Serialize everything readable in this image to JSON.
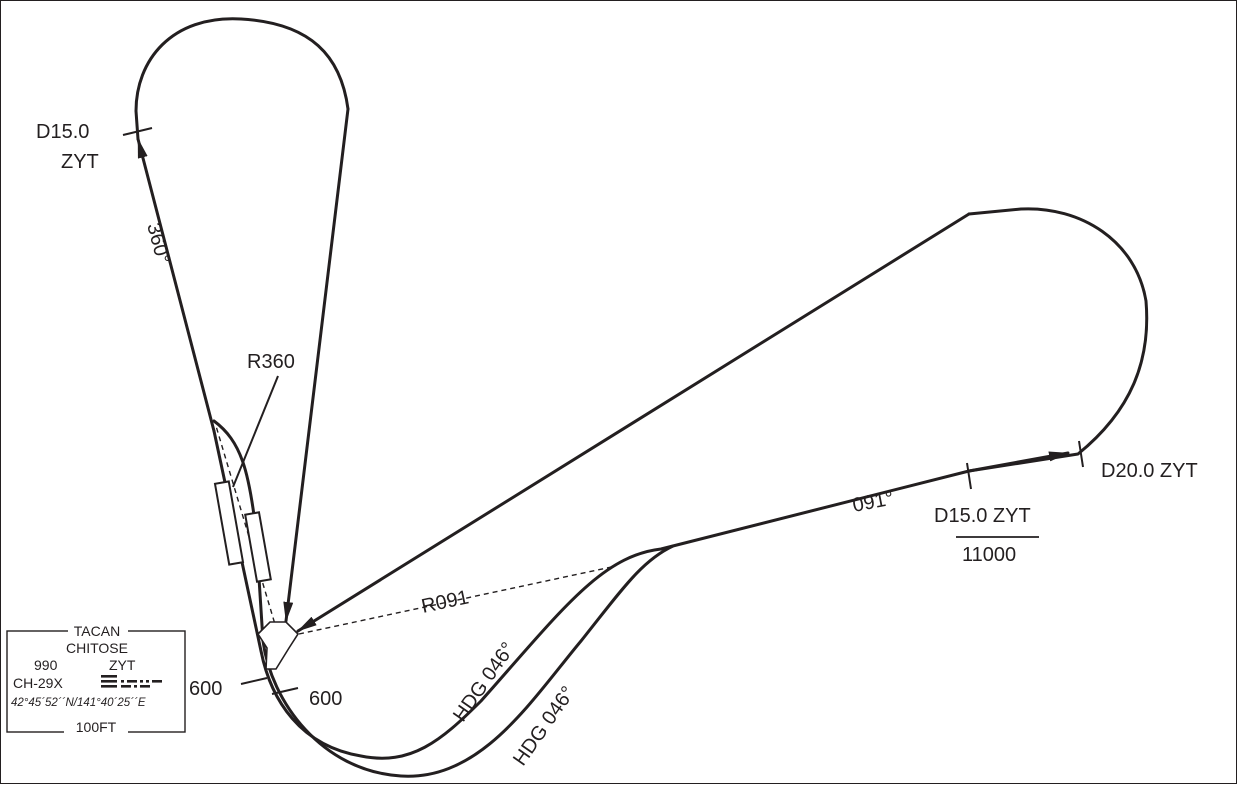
{
  "colors": {
    "ink": "#231f20",
    "background": "#ffffff"
  },
  "labels": {
    "north_fix_d": "D15.0",
    "north_fix_id": "ZYT",
    "north_course": "360°",
    "radial_north": "R360",
    "east_fix_far": "D20.0 ZYT",
    "east_course": "091°",
    "east_fix_near": "D15.0 ZYT",
    "east_altitude": "11000",
    "radial_east": "R091",
    "heading_inner": "HDG 046°",
    "heading_outer": "HDG 046°",
    "alt_left": "600",
    "alt_right": "600"
  },
  "navaid_box": {
    "type": "TACAN",
    "name": "CHITOSE",
    "frequency": "990",
    "ident": "ZYT",
    "channel": "CH-29X",
    "coordinates": "42°45´52´´N/141°40´25´´E",
    "elevation": "100FT"
  }
}
